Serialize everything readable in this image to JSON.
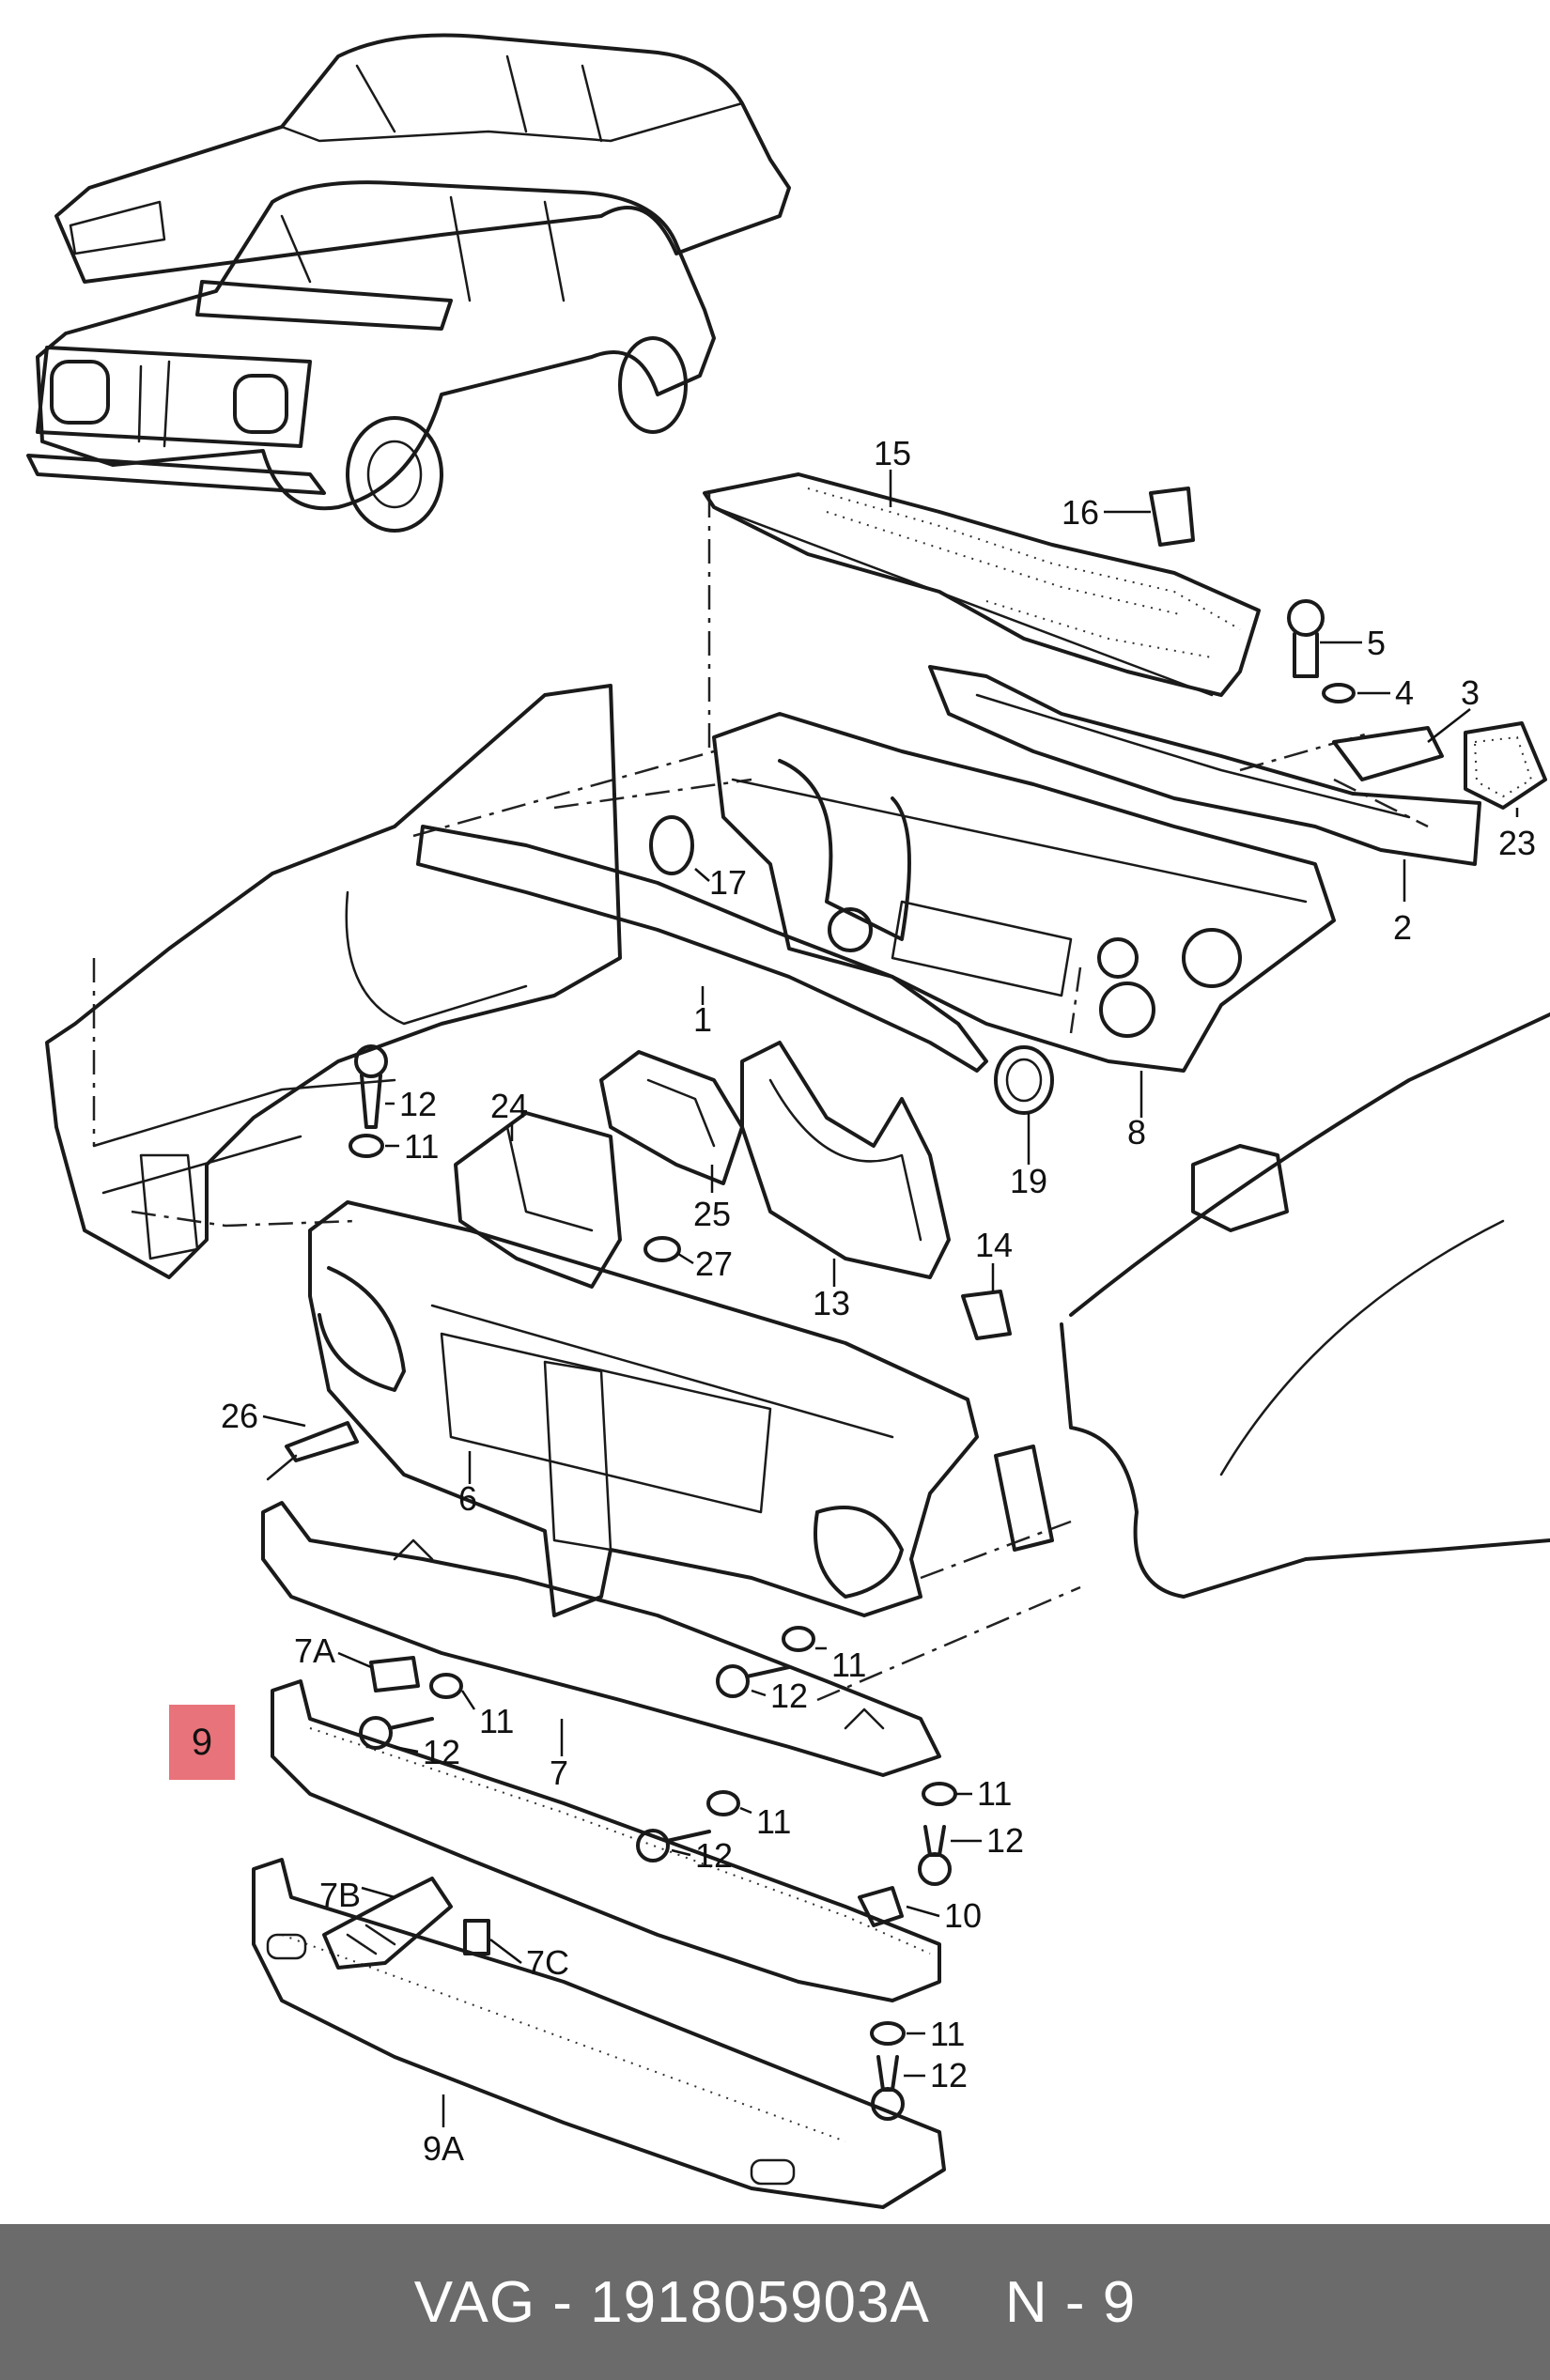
{
  "callouts": [
    {
      "id": "15",
      "text": "15"
    },
    {
      "id": "16",
      "text": "16"
    },
    {
      "id": "5",
      "text": "5"
    },
    {
      "id": "4",
      "text": "4"
    },
    {
      "id": "3",
      "text": "3"
    },
    {
      "id": "23",
      "text": "23"
    },
    {
      "id": "2",
      "text": "2"
    },
    {
      "id": "17",
      "text": "17"
    },
    {
      "id": "1",
      "text": "1"
    },
    {
      "id": "8",
      "text": "8"
    },
    {
      "id": "19",
      "text": "19"
    },
    {
      "id": "12a",
      "text": "12"
    },
    {
      "id": "11a",
      "text": "11"
    },
    {
      "id": "24",
      "text": "24"
    },
    {
      "id": "25",
      "text": "25"
    },
    {
      "id": "27",
      "text": "27"
    },
    {
      "id": "13",
      "text": "13"
    },
    {
      "id": "14",
      "text": "14"
    },
    {
      "id": "26",
      "text": "26"
    },
    {
      "id": "6",
      "text": "6"
    },
    {
      "id": "7A",
      "text": "7A"
    },
    {
      "id": "11b",
      "text": "11"
    },
    {
      "id": "12b",
      "text": "12"
    },
    {
      "id": "11c",
      "text": "11"
    },
    {
      "id": "12c",
      "text": "12"
    },
    {
      "id": "7",
      "text": "7"
    },
    {
      "id": "11d",
      "text": "11"
    },
    {
      "id": "12d",
      "text": "12"
    },
    {
      "id": "11e",
      "text": "11"
    },
    {
      "id": "12e",
      "text": "12"
    },
    {
      "id": "10",
      "text": "10"
    },
    {
      "id": "7B",
      "text": "7B"
    },
    {
      "id": "7C",
      "text": "7C"
    },
    {
      "id": "11f",
      "text": "11"
    },
    {
      "id": "12f",
      "text": "12"
    },
    {
      "id": "9A",
      "text": "9A"
    }
  ],
  "highlight": {
    "text": "9",
    "color": "#e8737a"
  },
  "footer": {
    "brand": "VAG - 191805903A",
    "position": "N - 9",
    "background": "#6b6b6b"
  }
}
